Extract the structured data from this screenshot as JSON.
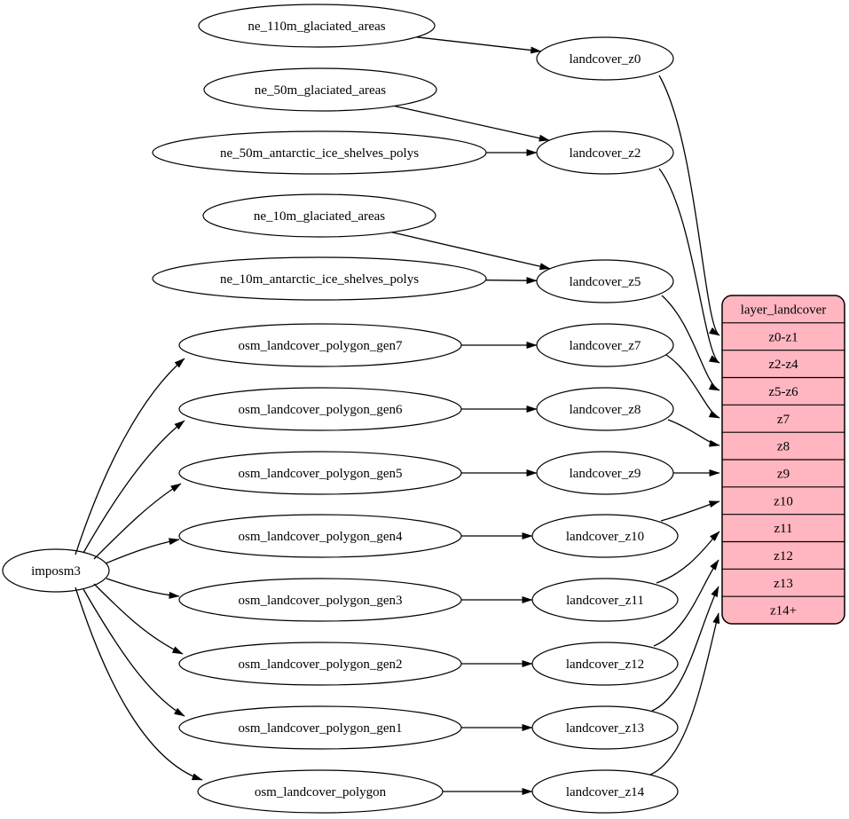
{
  "diagram": {
    "background": "#ffffff",
    "node_fill": "#ffffff",
    "node_stroke": "#000000",
    "edge_color": "#000000",
    "nodes": [
      {
        "id": "imposm3",
        "label": "imposm3"
      },
      {
        "id": "ne_110m_glaciated_areas",
        "label": "ne_110m_glaciated_areas"
      },
      {
        "id": "ne_50m_glaciated_areas",
        "label": "ne_50m_glaciated_areas"
      },
      {
        "id": "ne_50m_antarctic_ice_shelves_polys",
        "label": "ne_50m_antarctic_ice_shelves_polys"
      },
      {
        "id": "ne_10m_glaciated_areas",
        "label": "ne_10m_glaciated_areas"
      },
      {
        "id": "ne_10m_antarctic_ice_shelves_polys",
        "label": "ne_10m_antarctic_ice_shelves_polys"
      },
      {
        "id": "osm_landcover_polygon_gen7",
        "label": "osm_landcover_polygon_gen7"
      },
      {
        "id": "osm_landcover_polygon_gen6",
        "label": "osm_landcover_polygon_gen6"
      },
      {
        "id": "osm_landcover_polygon_gen5",
        "label": "osm_landcover_polygon_gen5"
      },
      {
        "id": "osm_landcover_polygon_gen4",
        "label": "osm_landcover_polygon_gen4"
      },
      {
        "id": "osm_landcover_polygon_gen3",
        "label": "osm_landcover_polygon_gen3"
      },
      {
        "id": "osm_landcover_polygon_gen2",
        "label": "osm_landcover_polygon_gen2"
      },
      {
        "id": "osm_landcover_polygon_gen1",
        "label": "osm_landcover_polygon_gen1"
      },
      {
        "id": "osm_landcover_polygon",
        "label": "osm_landcover_polygon"
      },
      {
        "id": "landcover_z0",
        "label": "landcover_z0"
      },
      {
        "id": "landcover_z2",
        "label": "landcover_z2"
      },
      {
        "id": "landcover_z5",
        "label": "landcover_z5"
      },
      {
        "id": "landcover_z7",
        "label": "landcover_z7"
      },
      {
        "id": "landcover_z8",
        "label": "landcover_z8"
      },
      {
        "id": "landcover_z9",
        "label": "landcover_z9"
      },
      {
        "id": "landcover_z10",
        "label": "landcover_z10"
      },
      {
        "id": "landcover_z11",
        "label": "landcover_z11"
      },
      {
        "id": "landcover_z12",
        "label": "landcover_z12"
      },
      {
        "id": "landcover_z13",
        "label": "landcover_z13"
      },
      {
        "id": "landcover_z14",
        "label": "landcover_z14"
      }
    ],
    "record": {
      "id": "layer_landcover",
      "header": "layer_landcover",
      "fill": "#ffb6c1",
      "border": "#000000",
      "rows": [
        "z0-z1",
        "z2-z4",
        "z5-z6",
        "z7",
        "z8",
        "z9",
        "z10",
        "z11",
        "z12",
        "z13",
        "z14+"
      ]
    },
    "edges": [
      {
        "from": "ne_110m_glaciated_areas",
        "to": "landcover_z0"
      },
      {
        "from": "ne_50m_glaciated_areas",
        "to": "landcover_z2"
      },
      {
        "from": "ne_50m_antarctic_ice_shelves_polys",
        "to": "landcover_z2"
      },
      {
        "from": "ne_10m_glaciated_areas",
        "to": "landcover_z5"
      },
      {
        "from": "ne_10m_antarctic_ice_shelves_polys",
        "to": "landcover_z5"
      },
      {
        "from": "imposm3",
        "to": "osm_landcover_polygon_gen7"
      },
      {
        "from": "imposm3",
        "to": "osm_landcover_polygon_gen6"
      },
      {
        "from": "imposm3",
        "to": "osm_landcover_polygon_gen5"
      },
      {
        "from": "imposm3",
        "to": "osm_landcover_polygon_gen4"
      },
      {
        "from": "imposm3",
        "to": "osm_landcover_polygon_gen3"
      },
      {
        "from": "imposm3",
        "to": "osm_landcover_polygon_gen2"
      },
      {
        "from": "imposm3",
        "to": "osm_landcover_polygon_gen1"
      },
      {
        "from": "imposm3",
        "to": "osm_landcover_polygon"
      },
      {
        "from": "osm_landcover_polygon_gen7",
        "to": "landcover_z7"
      },
      {
        "from": "osm_landcover_polygon_gen6",
        "to": "landcover_z8"
      },
      {
        "from": "osm_landcover_polygon_gen5",
        "to": "landcover_z9"
      },
      {
        "from": "osm_landcover_polygon_gen4",
        "to": "landcover_z10"
      },
      {
        "from": "osm_landcover_polygon_gen3",
        "to": "landcover_z11"
      },
      {
        "from": "osm_landcover_polygon_gen2",
        "to": "landcover_z12"
      },
      {
        "from": "osm_landcover_polygon_gen1",
        "to": "landcover_z13"
      },
      {
        "from": "osm_landcover_polygon",
        "to": "landcover_z14"
      },
      {
        "from": "landcover_z0",
        "to": "layer_landcover",
        "row": "z0-z1"
      },
      {
        "from": "landcover_z2",
        "to": "layer_landcover",
        "row": "z2-z4"
      },
      {
        "from": "landcover_z5",
        "to": "layer_landcover",
        "row": "z5-z6"
      },
      {
        "from": "landcover_z7",
        "to": "layer_landcover",
        "row": "z7"
      },
      {
        "from": "landcover_z8",
        "to": "layer_landcover",
        "row": "z8"
      },
      {
        "from": "landcover_z9",
        "to": "layer_landcover",
        "row": "z9"
      },
      {
        "from": "landcover_z10",
        "to": "layer_landcover",
        "row": "z10"
      },
      {
        "from": "landcover_z11",
        "to": "layer_landcover",
        "row": "z11"
      },
      {
        "from": "landcover_z12",
        "to": "layer_landcover",
        "row": "z12"
      },
      {
        "from": "landcover_z13",
        "to": "layer_landcover",
        "row": "z13"
      },
      {
        "from": "landcover_z14",
        "to": "layer_landcover",
        "row": "z14+"
      }
    ]
  }
}
